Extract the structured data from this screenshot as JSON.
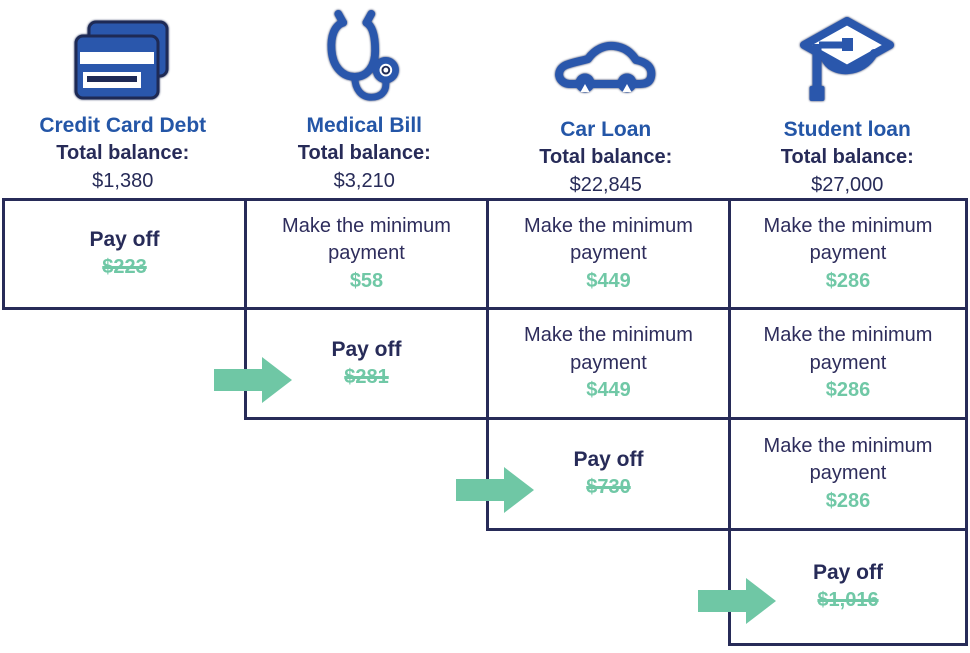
{
  "labels": {
    "balance": "Total balance:",
    "payoff": "Pay off",
    "min_payment": "Make the minimum payment"
  },
  "colors": {
    "navy_text_border": "#272B58",
    "blue_title_icon": "#2456A7",
    "green_amount_arrow": "#6FC7A5"
  },
  "debts": [
    {
      "icon": "credit-card-icon",
      "title": "Credit Card Debt",
      "balance": "$1,380"
    },
    {
      "icon": "stethoscope-icon",
      "title": "Medical Bill",
      "balance": "$3,210"
    },
    {
      "icon": "car-icon",
      "title": "Car Loan",
      "balance": "$22,845"
    },
    {
      "icon": "graduation-cap-icon",
      "title": "Student loan",
      "balance": "$27,000"
    }
  ],
  "steps": [
    {
      "row": 1,
      "arrow": false,
      "cells": [
        {
          "action": "payoff",
          "amount": "$223",
          "struck": true
        },
        {
          "action": "minimum",
          "amount": "$58",
          "struck": false
        },
        {
          "action": "minimum",
          "amount": "$449",
          "struck": false
        },
        {
          "action": "minimum",
          "amount": "$286",
          "struck": false
        }
      ]
    },
    {
      "row": 2,
      "arrow": true,
      "cells": [
        {
          "action": "payoff",
          "amount": "$281",
          "struck": true
        },
        {
          "action": "minimum",
          "amount": "$449",
          "struck": false
        },
        {
          "action": "minimum",
          "amount": "$286",
          "struck": false
        }
      ]
    },
    {
      "row": 3,
      "arrow": true,
      "cells": [
        {
          "action": "payoff",
          "amount": "$730",
          "struck": true
        },
        {
          "action": "minimum",
          "amount": "$286",
          "struck": false
        }
      ]
    },
    {
      "row": 4,
      "arrow": true,
      "cells": [
        {
          "action": "payoff",
          "amount": "$1,016",
          "struck": true
        }
      ]
    }
  ]
}
